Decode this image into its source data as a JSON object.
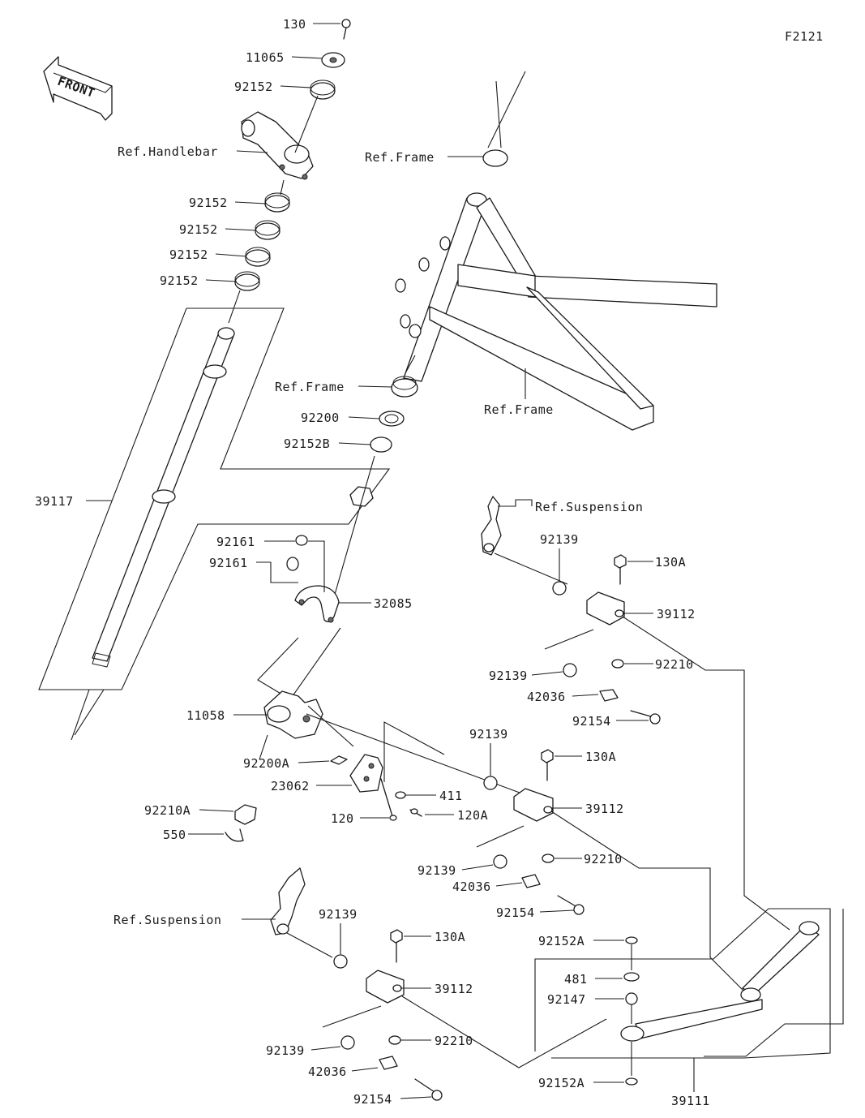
{
  "figure_id": "F2121",
  "front_badge": "FRONT",
  "callouts": [
    {
      "id": "c130",
      "text": "130"
    },
    {
      "id": "c11065",
      "text": "11065"
    },
    {
      "id": "c92152_top",
      "text": "92152"
    },
    {
      "id": "c_ref_handlebar",
      "text": "Ref.Handlebar"
    },
    {
      "id": "c92152_a",
      "text": "92152"
    },
    {
      "id": "c92152_b",
      "text": "92152"
    },
    {
      "id": "c92152_c",
      "text": "92152"
    },
    {
      "id": "c92152_d",
      "text": "92152"
    },
    {
      "id": "c_ref_frame_top",
      "text": "Ref.Frame"
    },
    {
      "id": "c_ref_frame_mid",
      "text": "Ref.Frame"
    },
    {
      "id": "c_ref_frame_low",
      "text": "Ref.Frame"
    },
    {
      "id": "c92200",
      "text": "92200"
    },
    {
      "id": "c92152B",
      "text": "92152B"
    },
    {
      "id": "c39117",
      "text": "39117"
    },
    {
      "id": "c92161_a",
      "text": "92161"
    },
    {
      "id": "c92161_b",
      "text": "92161"
    },
    {
      "id": "c32085",
      "text": "32085"
    },
    {
      "id": "c11058",
      "text": "11058"
    },
    {
      "id": "c92200A",
      "text": "92200A"
    },
    {
      "id": "c23062",
      "text": "23062"
    },
    {
      "id": "c411",
      "text": "411"
    },
    {
      "id": "c120",
      "text": "120"
    },
    {
      "id": "c120A",
      "text": "120A"
    },
    {
      "id": "c92210A",
      "text": "92210A"
    },
    {
      "id": "c550",
      "text": "550"
    },
    {
      "id": "c_ref_susp_top",
      "text": "Ref.Suspension"
    },
    {
      "id": "c92139_r1",
      "text": "92139"
    },
    {
      "id": "c130A_r1",
      "text": "130A"
    },
    {
      "id": "c39112_r1",
      "text": "39112"
    },
    {
      "id": "c92210_r1",
      "text": "92210"
    },
    {
      "id": "c92139_r1b",
      "text": "92139"
    },
    {
      "id": "c42036_r1",
      "text": "42036"
    },
    {
      "id": "c92154_r1",
      "text": "92154"
    },
    {
      "id": "c92139_r2",
      "text": "92139"
    },
    {
      "id": "c130A_r2",
      "text": "130A"
    },
    {
      "id": "c39112_r2",
      "text": "39112"
    },
    {
      "id": "c92210_r2",
      "text": "92210"
    },
    {
      "id": "c92139_r2b",
      "text": "92139"
    },
    {
      "id": "c42036_r2",
      "text": "42036"
    },
    {
      "id": "c92154_r2",
      "text": "92154"
    },
    {
      "id": "c_ref_susp_low",
      "text": "Ref.Suspension"
    },
    {
      "id": "c92139_r3",
      "text": "92139"
    },
    {
      "id": "c130A_r3",
      "text": "130A"
    },
    {
      "id": "c39112_r3",
      "text": "39112"
    },
    {
      "id": "c92210_r3",
      "text": "92210"
    },
    {
      "id": "c92139_r3b",
      "text": "92139"
    },
    {
      "id": "c42036_r3",
      "text": "42036"
    },
    {
      "id": "c92154_r3",
      "text": "92154"
    },
    {
      "id": "c92152A_top",
      "text": "92152A"
    },
    {
      "id": "c481",
      "text": "481"
    },
    {
      "id": "c92147",
      "text": "92147"
    },
    {
      "id": "c92152A_bot",
      "text": "92152A"
    },
    {
      "id": "c39111",
      "text": "39111"
    }
  ]
}
